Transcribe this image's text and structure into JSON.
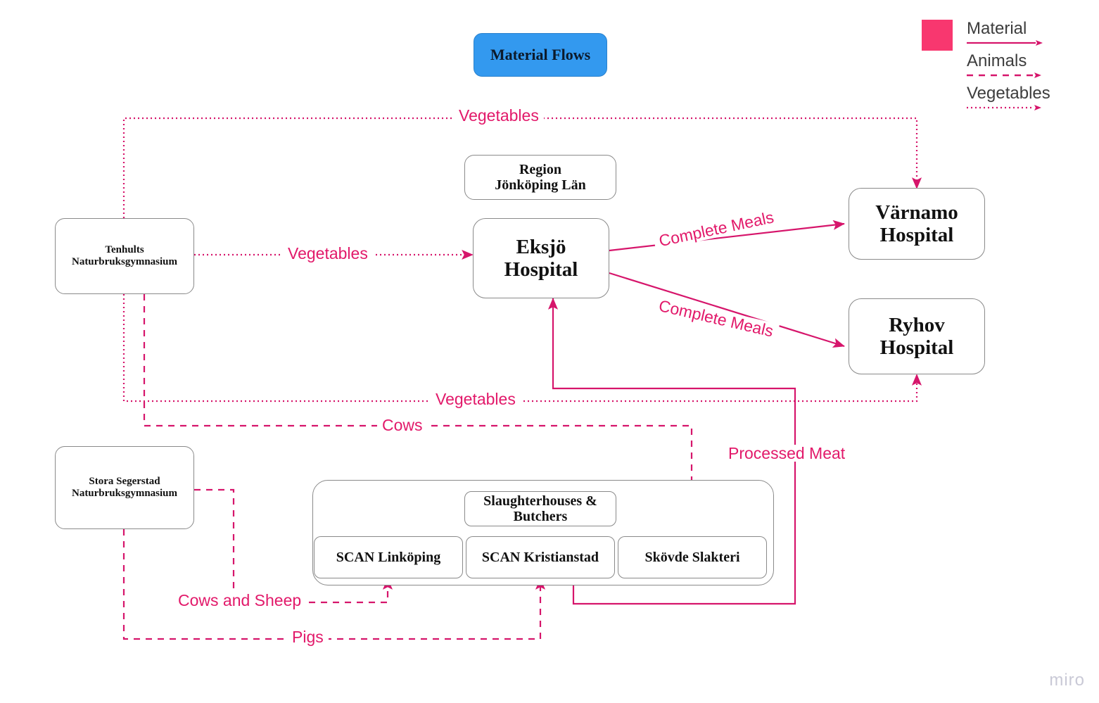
{
  "title": {
    "label": "Material Flows"
  },
  "legend": {
    "swatch_color": "#f8376f",
    "items": [
      {
        "label": "Material",
        "style": "solid-arrow"
      },
      {
        "label": "Animals",
        "style": "dashed-arrow"
      },
      {
        "label": "Vegetables",
        "style": "dotted-arrow"
      }
    ]
  },
  "nodes": {
    "tenhults": "Tenhults\nNaturbruksgymnasium",
    "tenhults_line1": "Tenhults",
    "tenhults_line2": "Naturbruksgymnasium",
    "stora_line1": "Stora Segerstad",
    "stora_line2": "Naturbruksgymnasium",
    "region_line1": "Region",
    "region_line2": "Jönköping Län",
    "eksjo_line1": "Eksjö",
    "eksjo_line2": "Hospital",
    "varnamo_line1": "Värnamo",
    "varnamo_line2": "Hospital",
    "ryhov_line1": "Ryhov",
    "ryhov_line2": "Hospital",
    "slaughter_line1": "Slaughterhouses &",
    "slaughter_line2": "Butchers",
    "scan_linkoping": "SCAN Linköping",
    "scan_kristianstad": "SCAN Kristianstad",
    "skovde": "Skövde Slakteri"
  },
  "edges": {
    "veg_top": "Vegetables",
    "veg_mid": "Vegetables",
    "veg_bottom": "Vegetables",
    "complete_meals_varnamo": "Complete Meals",
    "complete_meals_ryhov": "Complete Meals",
    "cows": "Cows",
    "processed_meat": "Processed Meat",
    "cows_and_sheep": "Cows and Sheep",
    "pigs": "Pigs"
  },
  "colors": {
    "flow": "#d6156b",
    "legend_swatch": "#f8376f",
    "title_fill": "#3399ef",
    "node_stroke": "#8a8a8a"
  },
  "watermark": "miro"
}
